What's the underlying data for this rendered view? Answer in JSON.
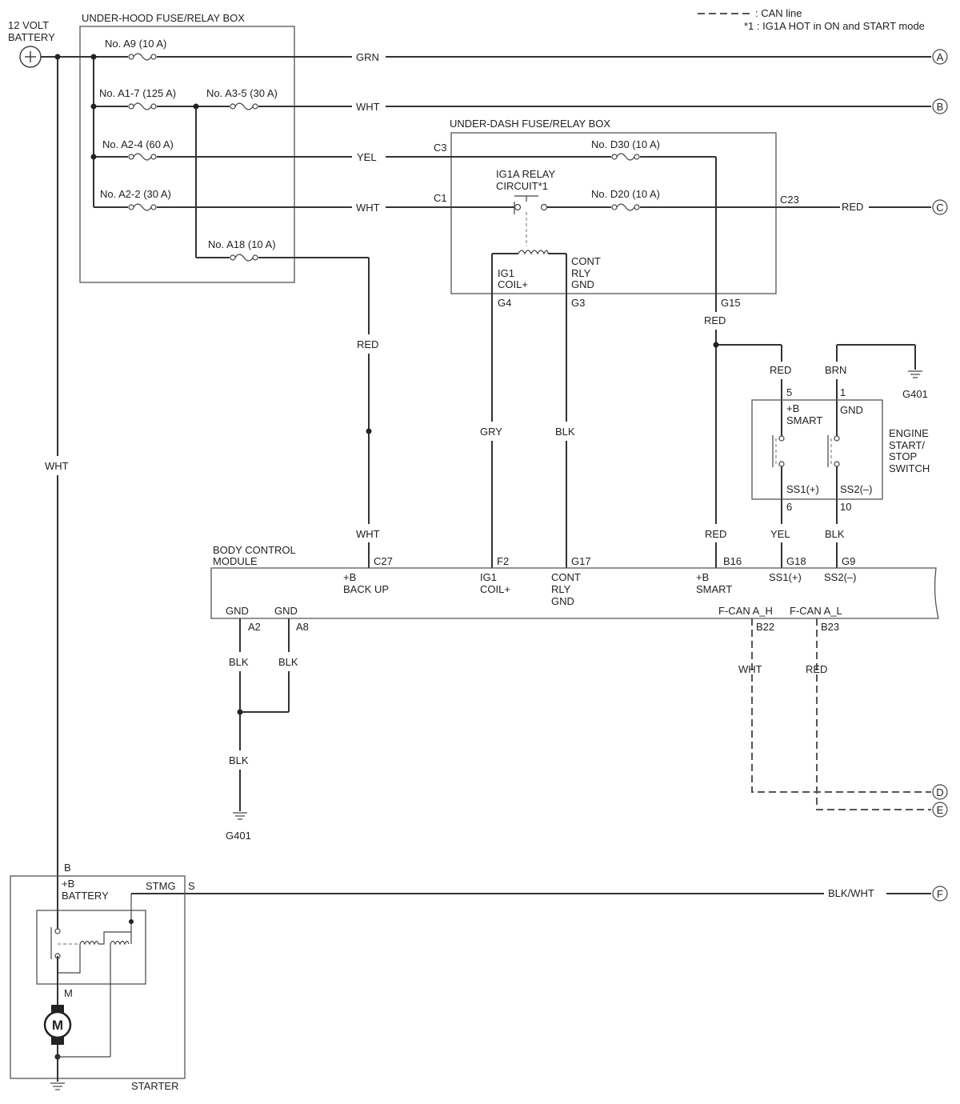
{
  "legend": {
    "can_line": ": CAN line",
    "note1": "*1 : IG1A HOT in ON and START mode"
  },
  "battery": {
    "label_line1": "12 VOLT",
    "label_line2": "BATTERY",
    "symbol": "+"
  },
  "under_hood_box": {
    "title": "UNDER-HOOD FUSE/RELAY BOX",
    "fuses": {
      "a9": "No. A9 (10 A)",
      "a1_7": "No. A1-7 (125 A)",
      "a3_5": "No. A3-5 (30 A)",
      "a2_4": "No. A2-4 (60 A)",
      "a2_2": "No. A2-2 (30 A)",
      "a18": "No. A18 (10 A)"
    }
  },
  "under_dash_box": {
    "title": "UNDER-DASH FUSE/RELAY BOX",
    "relay_line1": "IG1A RELAY",
    "relay_line2": "CIRCUIT*1",
    "fuse_d30": "No. D30 (10 A)",
    "fuse_d20": "No. D20 (10 A)",
    "conn_c3": "C3",
    "conn_c1": "C1",
    "conn_c23": "C23",
    "conn_g4": "G4",
    "conn_g3": "G3",
    "conn_g15": "G15",
    "ig1_coil_line1": "IG1",
    "ig1_coil_line2": "COIL+",
    "cont_line1": "CONT",
    "cont_line2": "RLY",
    "cont_line3": "GND"
  },
  "wires": {
    "grn": "GRN",
    "wht_b": "WHT",
    "yel": "YEL",
    "wht_c1": "WHT",
    "red_c": "RED",
    "red_a18": "RED",
    "wht_c27": "WHT",
    "gry": "GRY",
    "blk_g17": "BLK",
    "red_g15": "RED",
    "red_b16": "RED",
    "red_sw5": "RED",
    "brn": "BRN",
    "yel_g18": "YEL",
    "blk_g9": "BLK",
    "wht_batt": "WHT",
    "blk_a2": "BLK",
    "blk_a8": "BLK",
    "blk_ground": "BLK",
    "wht_can": "WHT",
    "red_can": "RED",
    "blk_wht": "BLK/WHT"
  },
  "connectors": {
    "a": "A",
    "b": "B",
    "c": "C",
    "d": "D",
    "e": "E",
    "f": "F"
  },
  "switch": {
    "title_line1": "ENGINE",
    "title_line2": "START/",
    "title_line3": "STOP",
    "title_line4": "SWITCH",
    "pin5": "5",
    "pin1": "1",
    "pin6": "6",
    "pin10": "10",
    "smart_line1": "+B",
    "smart_line2": "SMART",
    "gnd": "GND",
    "ss1": "SS1(+)",
    "ss2": "SS2(–)",
    "ground": "G401"
  },
  "bcm": {
    "title_line1": "BODY CONTROL",
    "title_line2": "MODULE",
    "c27": "C27",
    "f2": "F2",
    "g17": "G17",
    "b16": "B16",
    "g18": "G18",
    "g9": "G9",
    "backup_line1": "+B",
    "backup_line2": "BACK UP",
    "ig1_line1": "IG1",
    "ig1_line2": "COIL+",
    "cont_line1": "CONT",
    "cont_line2": "RLY",
    "cont_line3": "GND",
    "smart_line1": "+B",
    "smart_line2": "SMART",
    "ss1": "SS1(+)",
    "ss2": "SS2(–)",
    "gnd1": "GND",
    "gnd2": "GND",
    "a2": "A2",
    "a8": "A8",
    "fcan_h": "F-CAN A_H",
    "fcan_l": "F-CAN A_L",
    "b22": "B22",
    "b23": "B23",
    "ground": "G401"
  },
  "starter": {
    "title": "STARTER",
    "pin_b": "B",
    "battery_line1": "+B",
    "battery_line2": "BATTERY",
    "stmg": "STMG",
    "pin_s": "S",
    "pin_m": "M",
    "motor": "M"
  }
}
